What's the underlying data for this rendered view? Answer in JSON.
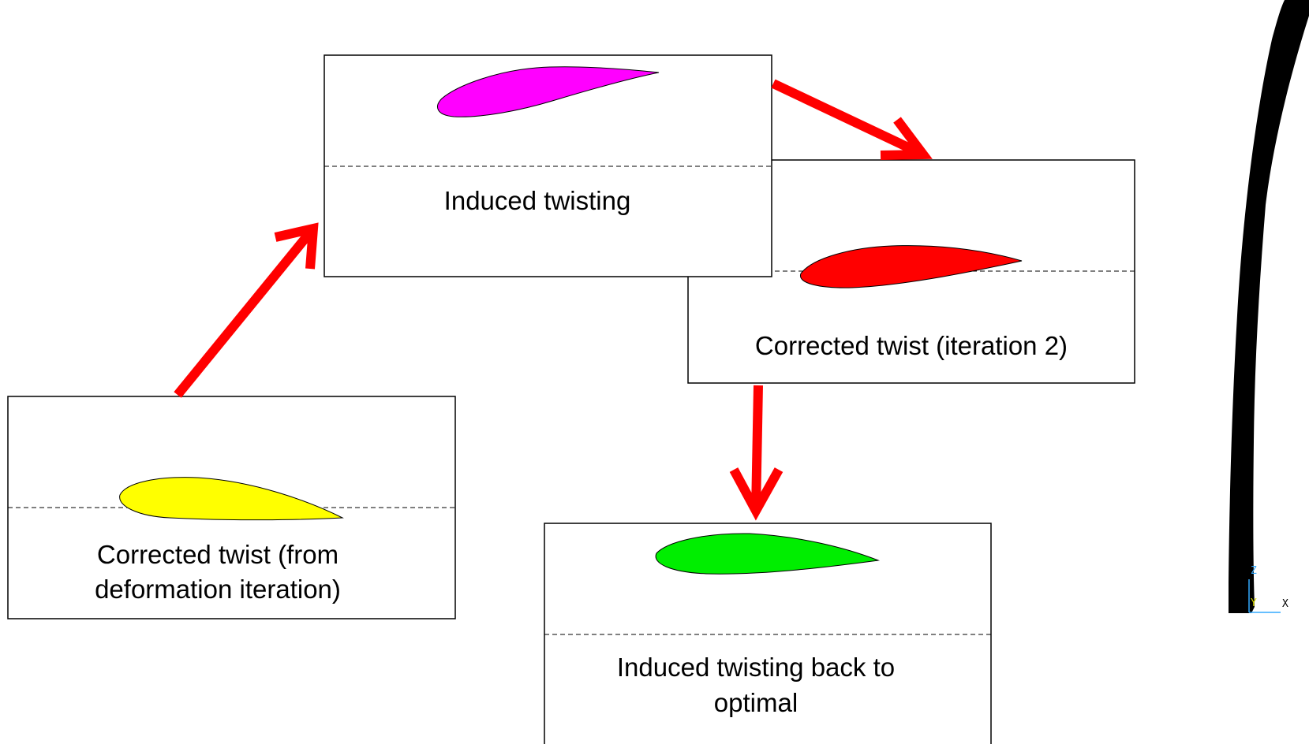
{
  "colors": {
    "arrow": "#ff0000",
    "airfoil_induced": "#ff00ff",
    "airfoil_iteration2": "#ff0000",
    "airfoil_back_optimal": "#00ee00",
    "airfoil_corrected": "#ffff00",
    "blade": "#000000"
  },
  "panels": {
    "induced_twisting": {
      "label_lines": [
        "Induced twisting"
      ]
    },
    "corrected_twist_iteration2": {
      "label_lines": [
        "Corrected twist (iteration 2)"
      ]
    },
    "corrected_twist_deformation": {
      "label_lines": [
        "Corrected twist (from",
        "deformation iteration)"
      ]
    },
    "induced_back_optimal": {
      "label_lines": [
        "Induced twisting back to",
        "optimal"
      ]
    }
  },
  "blade_view": {
    "axis_labels": {
      "z": "Z",
      "y": "Y",
      "x": "X"
    }
  }
}
